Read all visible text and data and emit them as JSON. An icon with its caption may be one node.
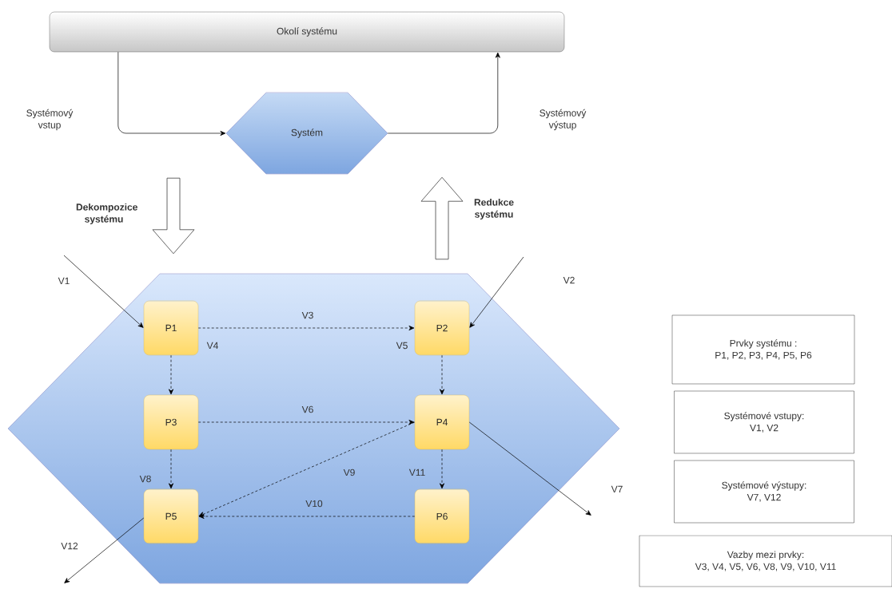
{
  "diagram": {
    "nodes": [
      {
        "text": [
          "Okolí systému"
        ]
      },
      {
        "text": [
          "Systém"
        ]
      },
      {
        "text": [],
        "shape": "hexagon"
      },
      {
        "text": [
          "P1"
        ],
        "in": 2
      },
      {
        "text": [
          "P2"
        ],
        "in": 2
      },
      {
        "text": [
          "P3"
        ],
        "in": 2
      },
      {
        "text": [
          "P4"
        ],
        "in": 2
      },
      {
        "text": [
          "P5"
        ],
        "in": 2
      },
      {
        "text": [
          "P6"
        ],
        "in": 2
      },
      {
        "text": [
          "Prvky systému :",
          "P1, P2, P3, P4, P5, P6"
        ]
      },
      {
        "text": [
          "Systémové vstupy:",
          "V1, V2"
        ]
      },
      {
        "text": [
          "Systémové výstupy:",
          "V7, V12"
        ]
      },
      {
        "text": [
          "Vazby mezi prvky:",
          "V3, V4, V5, V6, V8, V9, V10, V11"
        ]
      }
    ],
    "edges": [
      {
        "from": 0,
        "to": 1,
        "arrow": "to",
        "label": "Systémový vstup"
      },
      {
        "from": 1,
        "to": 0,
        "arrow": "to",
        "label": "Systémový výstup"
      },
      {
        "from": 1,
        "to": 2,
        "arrow": "to",
        "style": "thick",
        "label": "Dekompozice systému"
      },
      {
        "from": 2,
        "to": 1,
        "arrow": "to",
        "style": "thick",
        "label": "Redukce systému"
      },
      {
        "from": null,
        "to": 3,
        "arrow": "to",
        "label": "V1"
      },
      {
        "from": null,
        "to": 4,
        "arrow": "to",
        "label": "V2"
      },
      {
        "from": 3,
        "to": 4,
        "arrow": "to",
        "style": "dashed",
        "label": "V3"
      },
      {
        "from": 3,
        "to": 5,
        "arrow": "to",
        "style": "dashed",
        "label": "V4"
      },
      {
        "from": 4,
        "to": 6,
        "arrow": "to",
        "style": "dashed",
        "label": "V5"
      },
      {
        "from": 5,
        "to": 6,
        "arrow": "to",
        "style": "dashed",
        "label": "V6"
      },
      {
        "from": 6,
        "to": null,
        "arrow": "to",
        "label": "V7"
      },
      {
        "from": 5,
        "to": 7,
        "arrow": "to",
        "style": "dashed",
        "label": "V8"
      },
      {
        "from": 6,
        "to": 7,
        "arrow": "to",
        "style": "dashed",
        "label": "V9"
      },
      {
        "from": 8,
        "to": 7,
        "arrow": "to",
        "style": "dashed",
        "label": "V10"
      },
      {
        "from": 6,
        "to": 8,
        "arrow": "to",
        "style": "dashed",
        "label": "V11"
      },
      {
        "from": 7,
        "to": null,
        "arrow": "to",
        "label": "V12"
      }
    ]
  }
}
